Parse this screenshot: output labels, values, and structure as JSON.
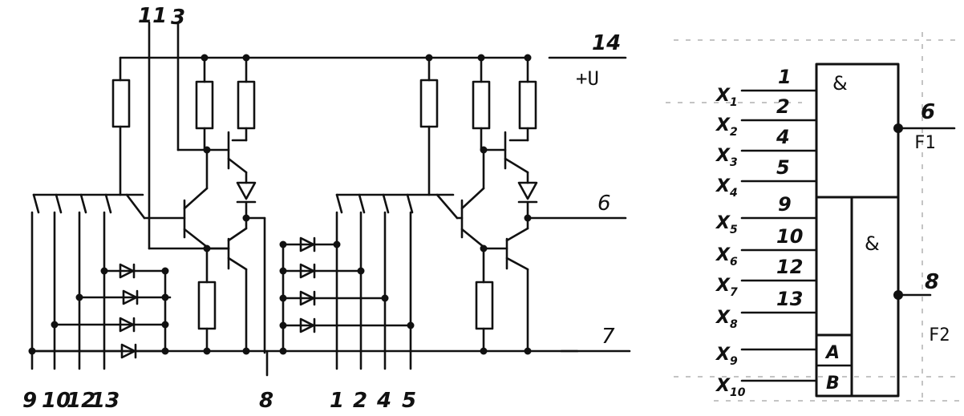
{
  "circuit": {
    "top_pins": [
      "11",
      "3"
    ],
    "rail_pin": "14",
    "rail_label": "+U",
    "output_pin": "6",
    "ground_pin": "7",
    "left_pins": [
      "9",
      "10",
      "12",
      "13"
    ],
    "middle_pin": "8",
    "right_pins": [
      "1",
      "2",
      "4",
      "5"
    ]
  },
  "symbol": {
    "inputs": [
      {
        "x_main": "X",
        "x_sub": "1",
        "pin": "1"
      },
      {
        "x_main": "X",
        "x_sub": "2",
        "pin": "2"
      },
      {
        "x_main": "X",
        "x_sub": "3",
        "pin": "4"
      },
      {
        "x_main": "X",
        "x_sub": "4",
        "pin": "5"
      },
      {
        "x_main": "X",
        "x_sub": "5",
        "pin": "9"
      },
      {
        "x_main": "X",
        "x_sub": "6",
        "pin": "10"
      },
      {
        "x_main": "X",
        "x_sub": "7",
        "pin": "12"
      },
      {
        "x_main": "X",
        "x_sub": "8",
        "pin": "13"
      },
      {
        "x_main": "X",
        "x_sub": "9",
        "pin": ""
      },
      {
        "x_main": "X",
        "x_sub": "10",
        "pin": ""
      }
    ],
    "and_upper": "&",
    "and_lower": "&",
    "expander_a": "A",
    "expander_b": "B",
    "output1_pin": "6",
    "output1_label": "F1",
    "output2_pin": "8",
    "output2_label": "F2"
  }
}
